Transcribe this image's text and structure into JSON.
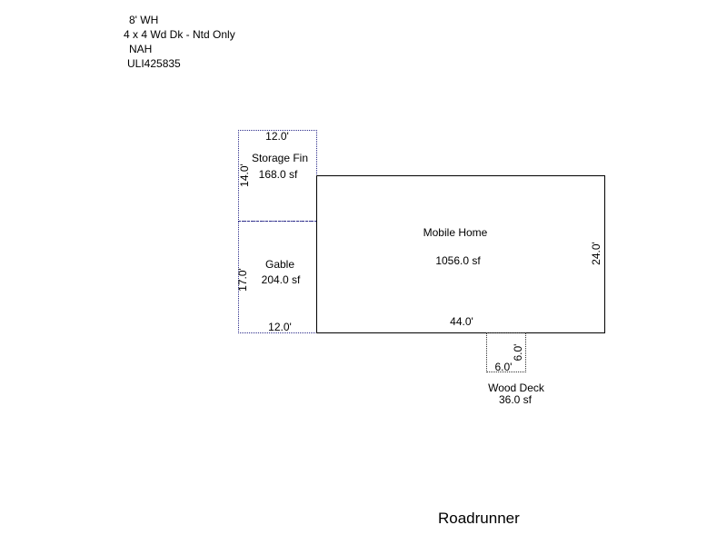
{
  "notes": [
    "8' WH",
    "4 x 4 Wd Dk - Ntd Only",
    "NAH",
    "ULI425835"
  ],
  "storage": {
    "width_label": "12.0'",
    "height_label": "14.0'",
    "name": "Storage Fin",
    "area": "168.0 sf"
  },
  "gable": {
    "height_label": "17.0'",
    "width_label": "12.0'",
    "name": "Gable",
    "area": "204.0 sf"
  },
  "mobile_home": {
    "name": "Mobile Home",
    "area": "1056.0 sf",
    "width_label": "44.0'",
    "height_label": "24.0'"
  },
  "wood_deck": {
    "width_label": "6.0'",
    "height_label": "6.0'",
    "name": "Wood Deck",
    "area": "36.0 sf"
  },
  "footer": "Roadrunner"
}
